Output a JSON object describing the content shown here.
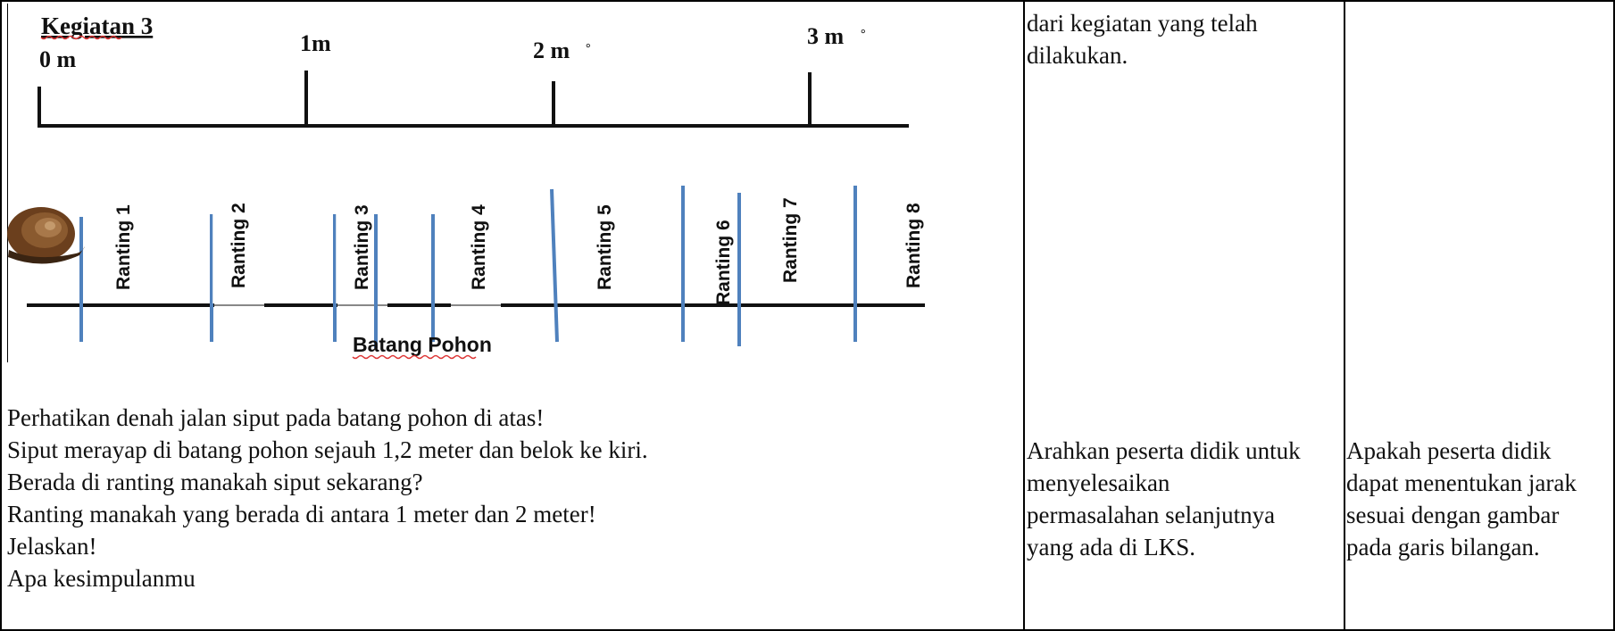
{
  "figure": {
    "heading": "Kegiatan 3",
    "scale_labels": [
      "0 m",
      "1m",
      "2 m",
      "3 m"
    ],
    "degree_marks": [
      "°",
      "°"
    ],
    "ranting_labels": [
      "Ranting 1",
      "Ranting 2",
      "Ranting 3",
      "Ranting 4",
      "Ranting 5",
      "Ranting 6",
      "Ranting 7",
      "Ranting 8"
    ],
    "trunk_label": "Batang Pohon",
    "snail_icon": "snail-icon",
    "branch_color": "#4f81bd"
  },
  "left_text": {
    "lines": [
      "Perhatikan denah jalan siput pada batang pohon di atas!",
      "Siput merayap di batang pohon sejauh 1,2 meter dan belok ke kiri.",
      "Berada di ranting manakah siput sekarang?",
      "Ranting manakah yang berada di antara 1 meter dan 2 meter!",
      "Jelaskan!",
      "Apa kesimpulanmu"
    ]
  },
  "middle": {
    "top_lines": [
      "dari kegiatan yang telah",
      "dilakukan."
    ],
    "bottom_lines": [
      "Arahkan peserta didik untuk",
      "menyelesaikan",
      "permasalahan selanjutnya",
      "yang ada di LKS."
    ]
  },
  "right": {
    "bottom_lines": [
      "Apakah peserta didik",
      "dapat menentukan jarak",
      "sesuai dengan gambar",
      "pada garis bilangan."
    ]
  }
}
